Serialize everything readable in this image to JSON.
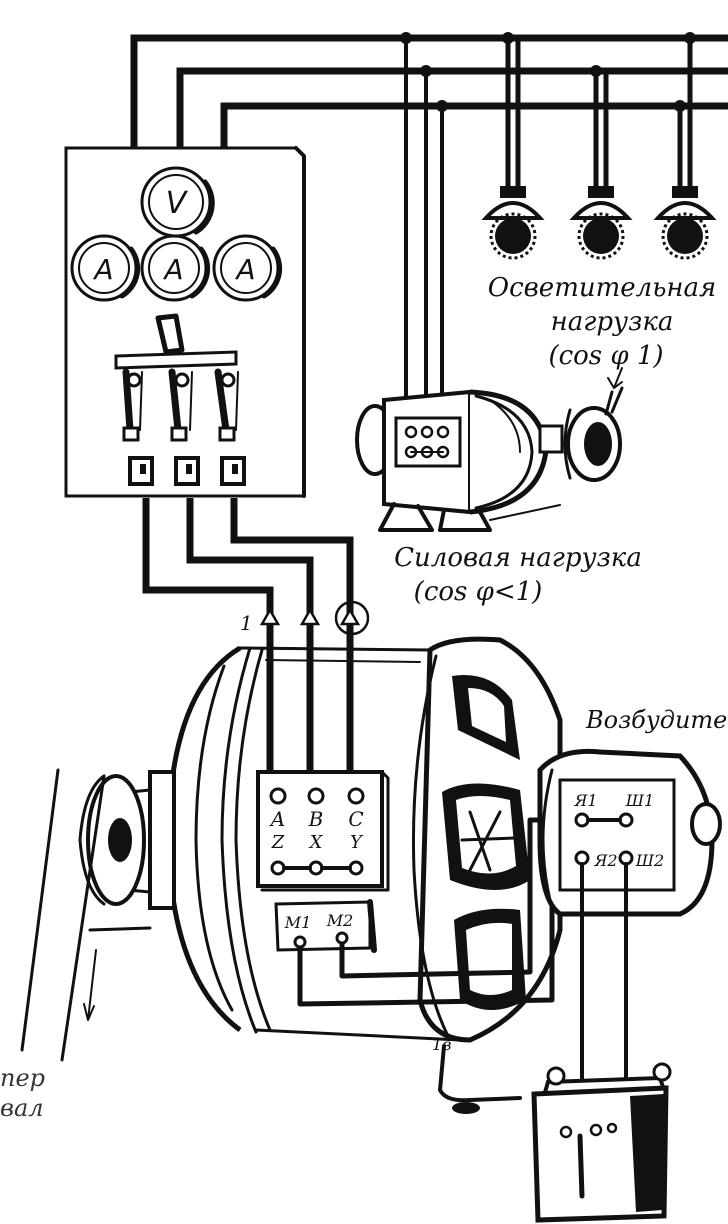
{
  "meters": {
    "voltmeter": "V",
    "ammeters": [
      "A",
      "A",
      "A"
    ]
  },
  "loads": {
    "lighting": {
      "line1": "Осветительная",
      "line2": "нагрузка",
      "line3": "(cos φ 1)"
    },
    "power": {
      "line1": "Силовая нагрузка",
      "line2": "(cos φ<1)"
    }
  },
  "generator": {
    "phase_top": [
      "A",
      "B",
      "C"
    ],
    "phase_bottom": [
      "Z",
      "X",
      "Y"
    ],
    "field_terminals": [
      "M1",
      "M2"
    ],
    "marker_top": "1",
    "marker_bottom": "1в"
  },
  "exciter": {
    "title": "Возбудите",
    "terminals_top": [
      "Я1",
      "Ш1"
    ],
    "terminals_bottom": [
      "Я2",
      "Ш2"
    ]
  },
  "faint": {
    "bottom_left": [
      "пер",
      "вал"
    ]
  },
  "colors": {
    "ink": "#111111",
    "paper": "#ffffff"
  }
}
